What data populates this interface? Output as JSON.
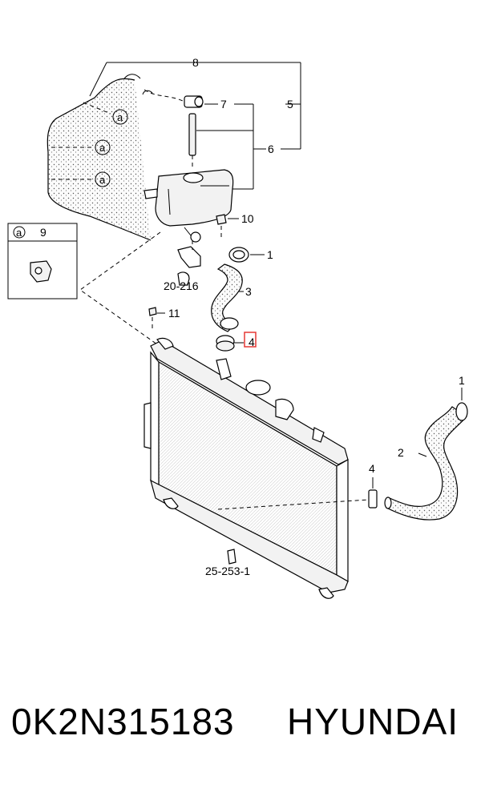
{
  "diagram": {
    "callouts": {
      "c8": "8",
      "c5": "5",
      "c7": "7",
      "c6": "6",
      "c10": "10",
      "c1a": "1",
      "c3": "3",
      "c4a": "4",
      "c11": "11",
      "c1b": "1",
      "c2": "2",
      "c4b": "4",
      "c9": "9"
    },
    "refs": {
      "r20_216": "20-216",
      "r25_253_1": "25-253-1"
    },
    "circle_marker": "a",
    "highlighted_callout": "4",
    "highlight_color": "#e53935"
  },
  "footer": {
    "part_number": "0K2N315183",
    "brand": "HYUNDAI"
  }
}
